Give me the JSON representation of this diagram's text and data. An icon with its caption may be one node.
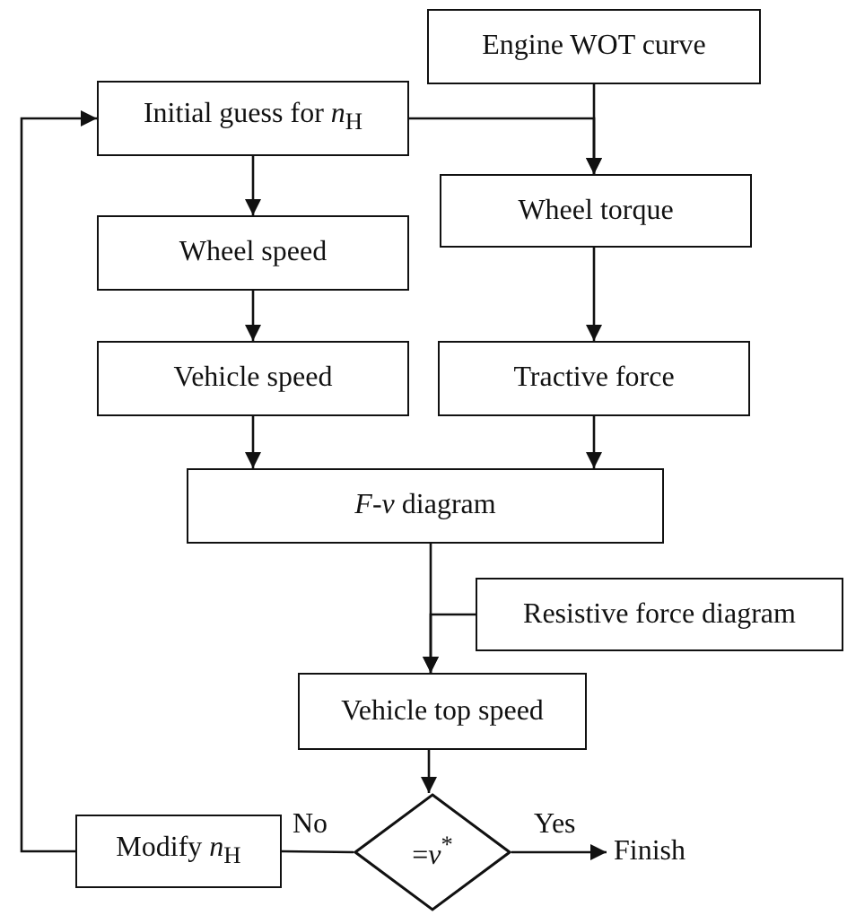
{
  "diagram": {
    "nodes": [
      {
        "text": [
          "Engine WOT curve"
        ]
      },
      {
        "text": [
          "Initial guess for *n*$_{H}$"
        ]
      },
      {
        "text": [
          "Wheel torque"
        ]
      },
      {
        "text": [
          "Wheel speed"
        ]
      },
      {
        "text": [
          "Vehicle speed"
        ]
      },
      {
        "text": [
          "Tractive force"
        ]
      },
      {
        "text": [
          "*F*-*v* diagram"
        ]
      },
      {
        "text": [
          "Resistive force diagram"
        ]
      },
      {
        "text": [
          "Vehicle top speed"
        ]
      },
      {
        "text": [
          "=*v*$^{*}$"
        ]
      },
      {
        "text": [
          "Modify *n*$_{H}$"
        ]
      },
      {
        "text": [
          "Finish"
        ]
      }
    ],
    "edges": [
      {
        "from": 0,
        "to": 2,
        "arrow": "to"
      },
      {
        "from": 1,
        "to": 2,
        "arrow": "to"
      },
      {
        "from": 1,
        "to": 3,
        "arrow": "to"
      },
      {
        "from": 3,
        "to": 4,
        "arrow": "to"
      },
      {
        "from": 2,
        "to": 5,
        "arrow": "to"
      },
      {
        "from": 4,
        "to": 6,
        "arrow": "to"
      },
      {
        "from": 5,
        "to": 6,
        "arrow": "to"
      },
      {
        "from": 6,
        "to": 8,
        "arrow": "to"
      },
      {
        "from": 7,
        "to": 8,
        "arrow": "to"
      },
      {
        "from": 8,
        "to": 9,
        "arrow": "to"
      },
      {
        "from": 9,
        "to": 10,
        "label": "No",
        "arrow": "none"
      },
      {
        "from": 10,
        "to": 1,
        "arrow": "to"
      },
      {
        "from": 9,
        "to": 11,
        "label": "Yes",
        "arrow": "to"
      }
    ]
  }
}
